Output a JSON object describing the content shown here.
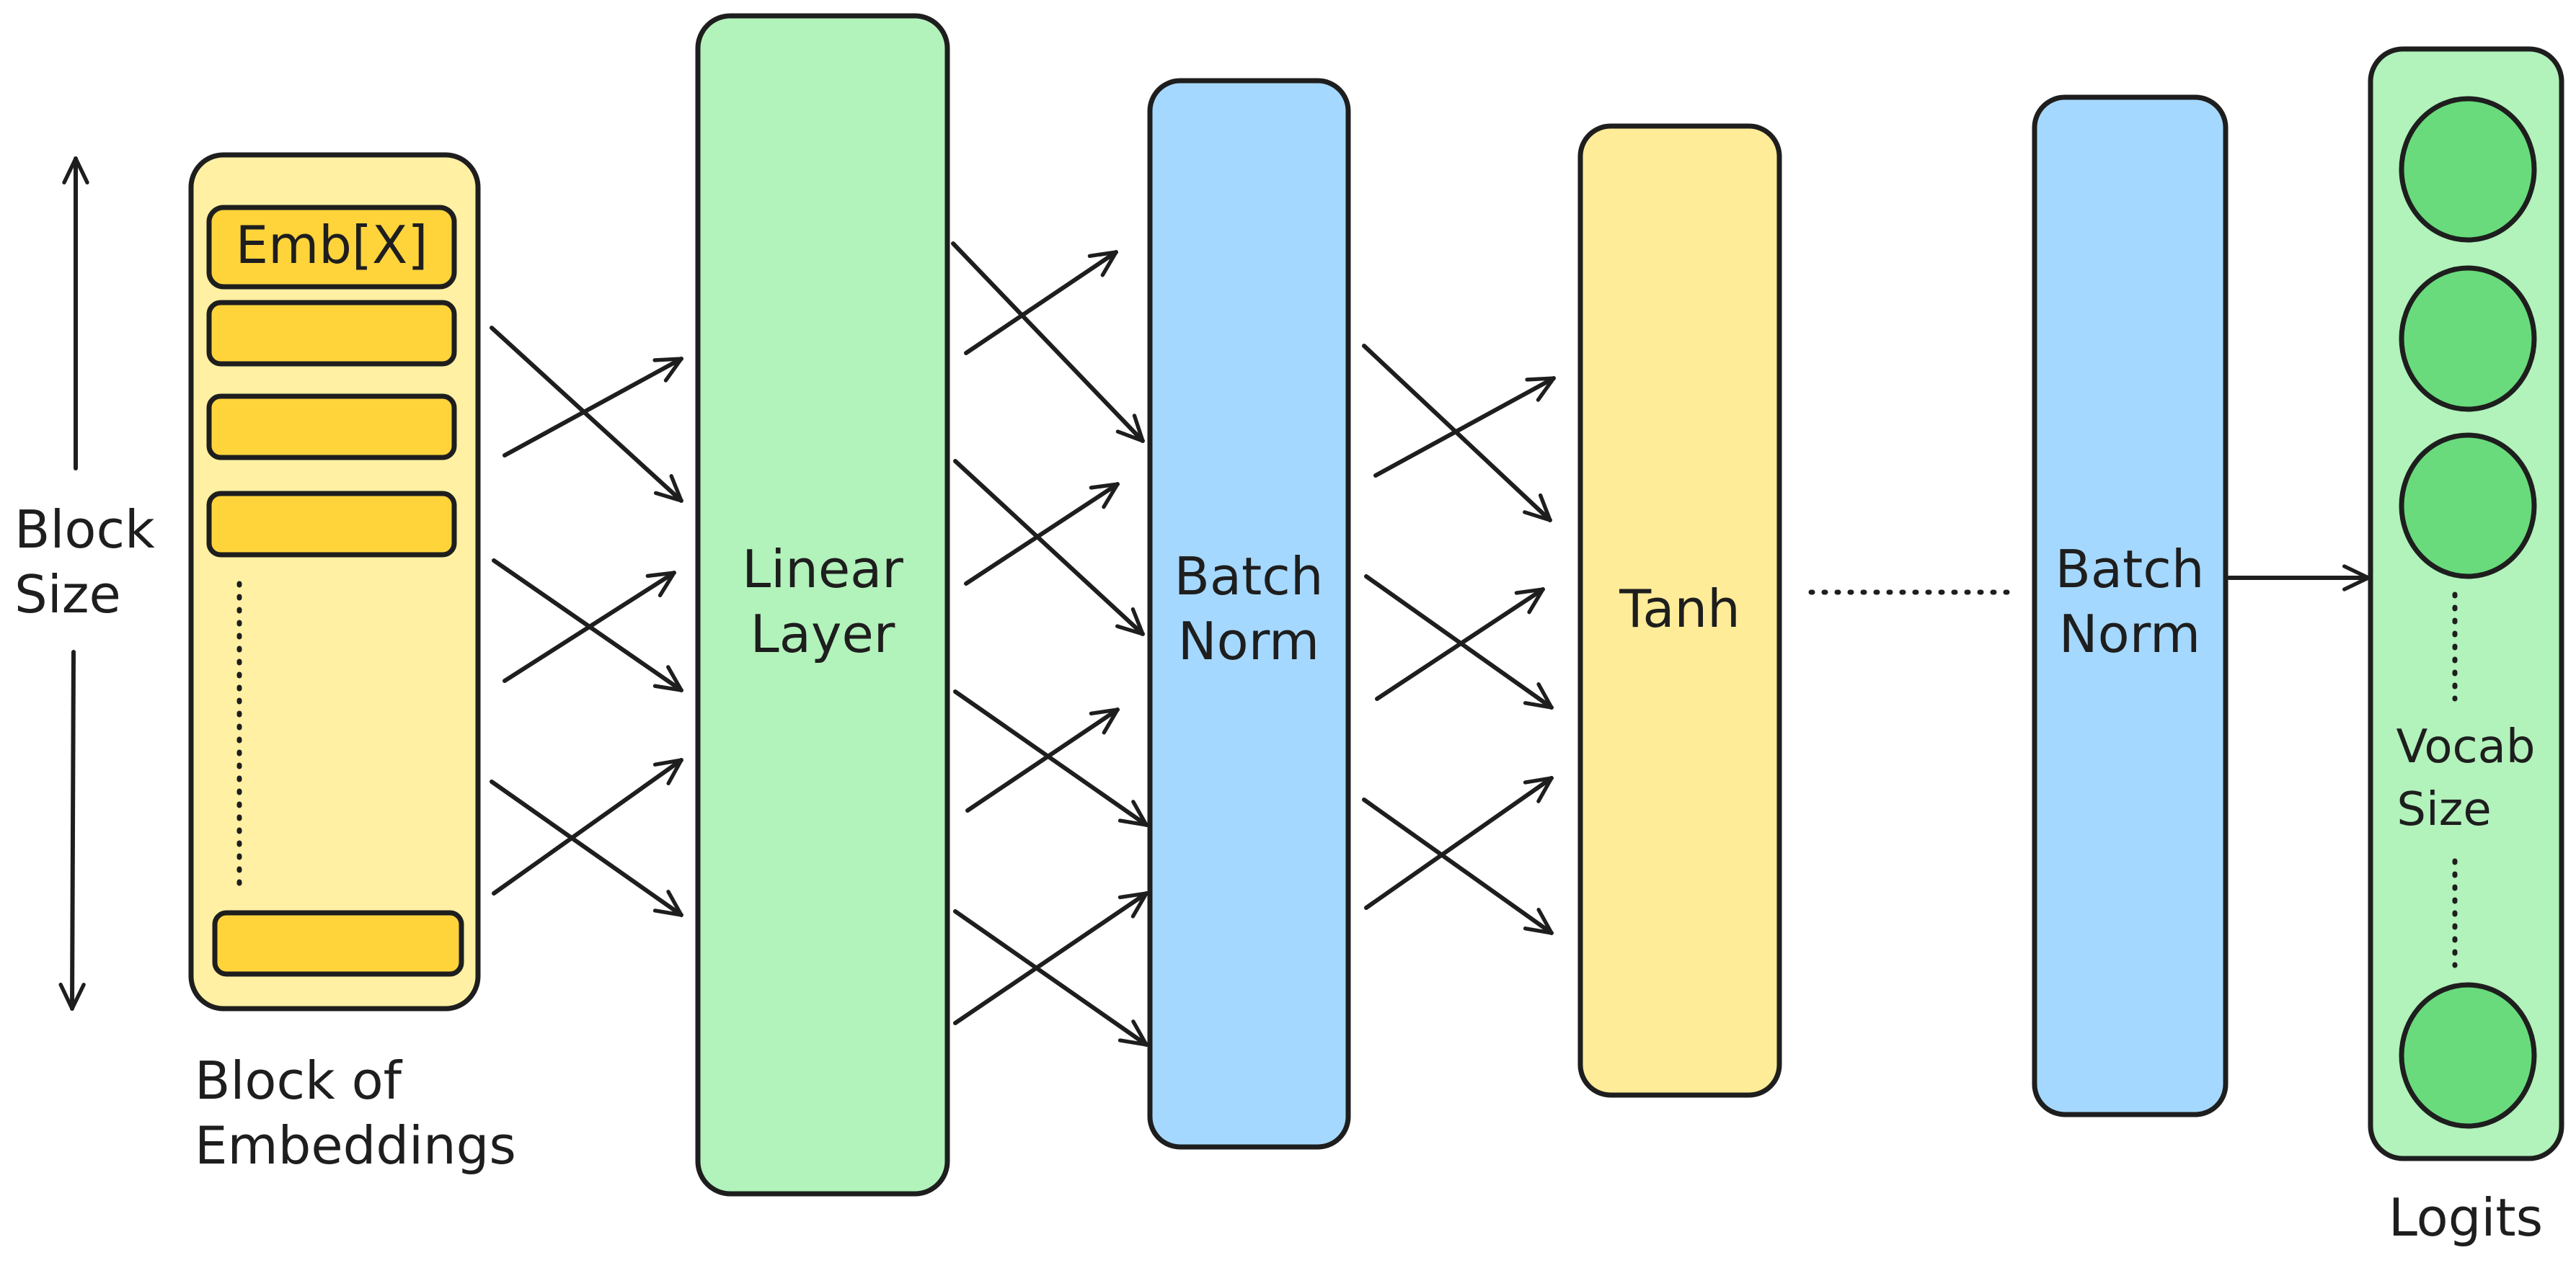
{
  "colors": {
    "stroke": "#1e1e1e",
    "embeddings_block": "#fff0a3",
    "embedding_row": "#ffd43b",
    "linear_layer": "#b2f2bb",
    "batch_norm": "#a5d8ff",
    "tanh": "#ffec99",
    "logits_block": "#b2f2bb",
    "logit_node": "#69db7c"
  },
  "labels": {
    "block_size_line1": "Block",
    "block_size_line2": "Size",
    "emb_row": "Emb[X]",
    "embeddings_caption_line1": "Block of",
    "embeddings_caption_line2": "Embeddings",
    "linear_line1": "Linear",
    "linear_line2": "Layer",
    "batchnorm1_line1": "Batch",
    "batchnorm1_line2": "Norm",
    "tanh": "Tanh",
    "batchnorm2_line1": "Batch",
    "batchnorm2_line2": "Norm",
    "vocab_line1": "Vocab",
    "vocab_line2": "Size",
    "logits_caption": "Logits"
  }
}
